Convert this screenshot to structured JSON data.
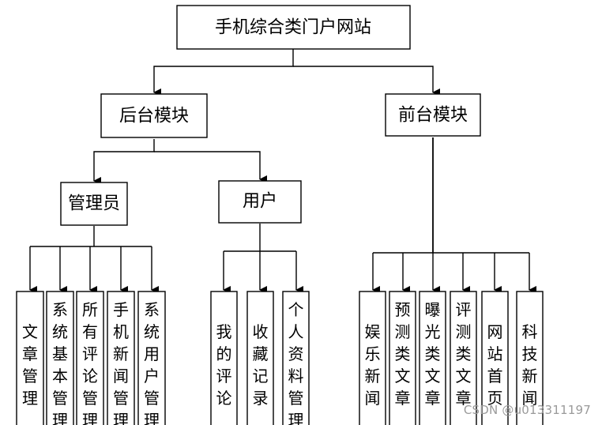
{
  "diagram": {
    "root": "手机综合类门户网站",
    "backend": "后台模块",
    "frontend": "前台模块",
    "admin": "管理员",
    "user": "用户",
    "admin_items": [
      "文章管理",
      "系统基本管理",
      "所有评论管理",
      "手机新闻管理",
      "系统用户管理"
    ],
    "user_items": [
      "我的评论",
      "收藏记录",
      "个人资料管理"
    ],
    "frontend_items": [
      "娱乐新闻",
      "预测类文章",
      "曝光类文章",
      "评测类文章",
      "网站首页",
      "科技新闻"
    ]
  },
  "watermark": "CSDN @u013311197",
  "colors": {
    "line": "#000000",
    "box_border": "#000000",
    "background": "#ffffff"
  }
}
